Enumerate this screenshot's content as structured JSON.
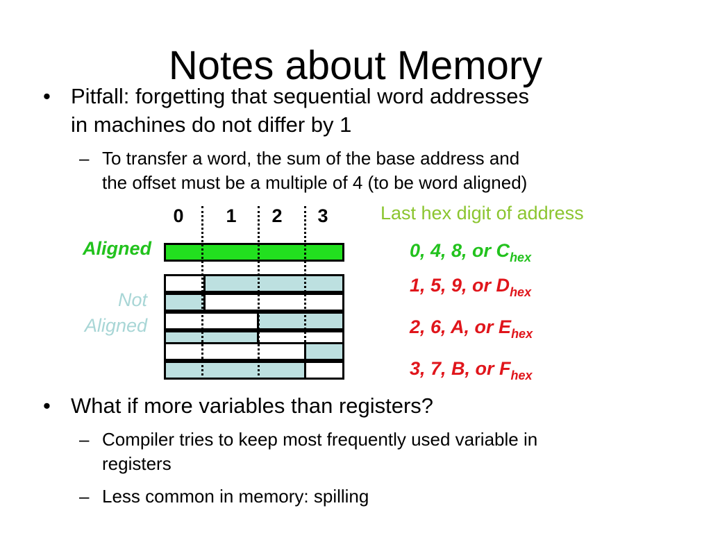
{
  "title": "Notes about Memory",
  "bullets": [
    {
      "dot": "•",
      "text_line1": "Pitfall: forgetting that sequential word addresses",
      "text_line2": "in machines do not differ by 1"
    },
    {
      "dot": "•",
      "text": "What if more variables than registers?"
    }
  ],
  "sub_bullets": [
    {
      "dash": "–",
      "line1": "To transfer a word, the sum of the base address and",
      "line2": "the offset must be a multiple of 4 (to be word aligned)"
    },
    {
      "dash": "–",
      "line1": "Compiler tries to keep most frequently used variable in",
      "line2": "registers"
    },
    {
      "dash": "–",
      "line1": "Less common in memory: spilling"
    }
  ],
  "diagram": {
    "columns": [
      "0",
      "1",
      "2",
      "3"
    ],
    "aligned_label": "Aligned",
    "not_aligned_label_line1": "Not",
    "not_aligned_label_line2": "Aligned",
    "hex_header": "Last hex digit of address",
    "hex_rows": [
      {
        "text": "0, 4, 8, or C",
        "sub": "hex",
        "color": "#22c21d"
      },
      {
        "text": "1, 5, 9, or D",
        "sub": "hex",
        "color": "#e0151b"
      },
      {
        "text": "2, 6, A, or E",
        "sub": "hex",
        "color": "#e0151b"
      },
      {
        "text": "3, 7, B, or F",
        "sub": "hex",
        "color": "#e0151b"
      }
    ],
    "colors": {
      "aligned": "#22e01f",
      "not_aligned": "#bde0e0",
      "header": "#8bc52f"
    }
  }
}
